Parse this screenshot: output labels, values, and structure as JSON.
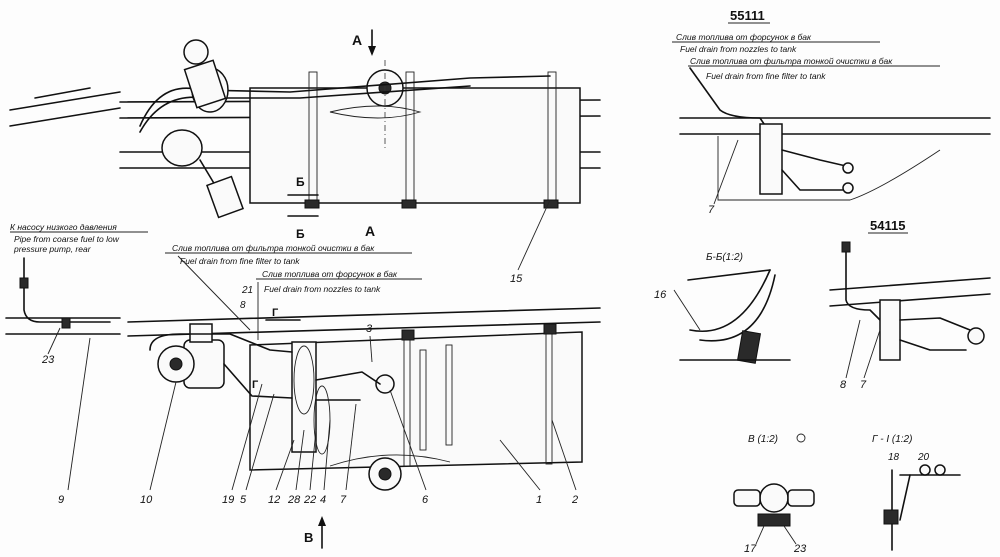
{
  "views": {
    "model_55111": "55111",
    "model_54115": "54115",
    "section_b": "Б-Б(1:2)",
    "view_v": "В (1:2)",
    "view_g": "Г - I (1:2)"
  },
  "view_markers": {
    "a_top": "А",
    "a_mid": "А",
    "b_top": "Б",
    "b_bottom": "Б",
    "v": "В",
    "g_top": "Г",
    "g_mid": "Г"
  },
  "labels": {
    "pump_ru": "К насосу низкого давления",
    "pump_en_1": "Pipe from coarse fuel to low",
    "pump_en_2": "pressure pump, rear",
    "filter_ru": "Слив топлива от фильтра тонкой очистки в бак",
    "filter_en": "Fuel drain from fine filter to tank",
    "nozzles_ru": "Слив топлива от форсунок в бак",
    "nozzles_en": "Fuel drain from nozzles to tank",
    "r_nozzles_ru": "Слив топлива от форсунок в бак",
    "r_nozzles_en": "Fuel drain from nozzles to tank",
    "r_filter_ru": "Слив топлива от фильтра тонкой очистки в бак",
    "r_filter_en": "Fuel drain from fine filter to tank"
  },
  "callouts": {
    "c1": "1",
    "c2": "2",
    "c3": "3",
    "c4": "4",
    "c5": "5",
    "c6": "6",
    "c7": "7",
    "c8": "8",
    "c9": "9",
    "c10": "10",
    "c12": "12",
    "c15": "15",
    "c16": "16",
    "c17": "17",
    "c18": "18",
    "c19": "19",
    "c20": "20",
    "c21": "21",
    "c22": "22",
    "c23": "23",
    "c23b": "23",
    "c28": "28",
    "c7r1": "7",
    "c7r2": "7",
    "c8r": "8"
  }
}
